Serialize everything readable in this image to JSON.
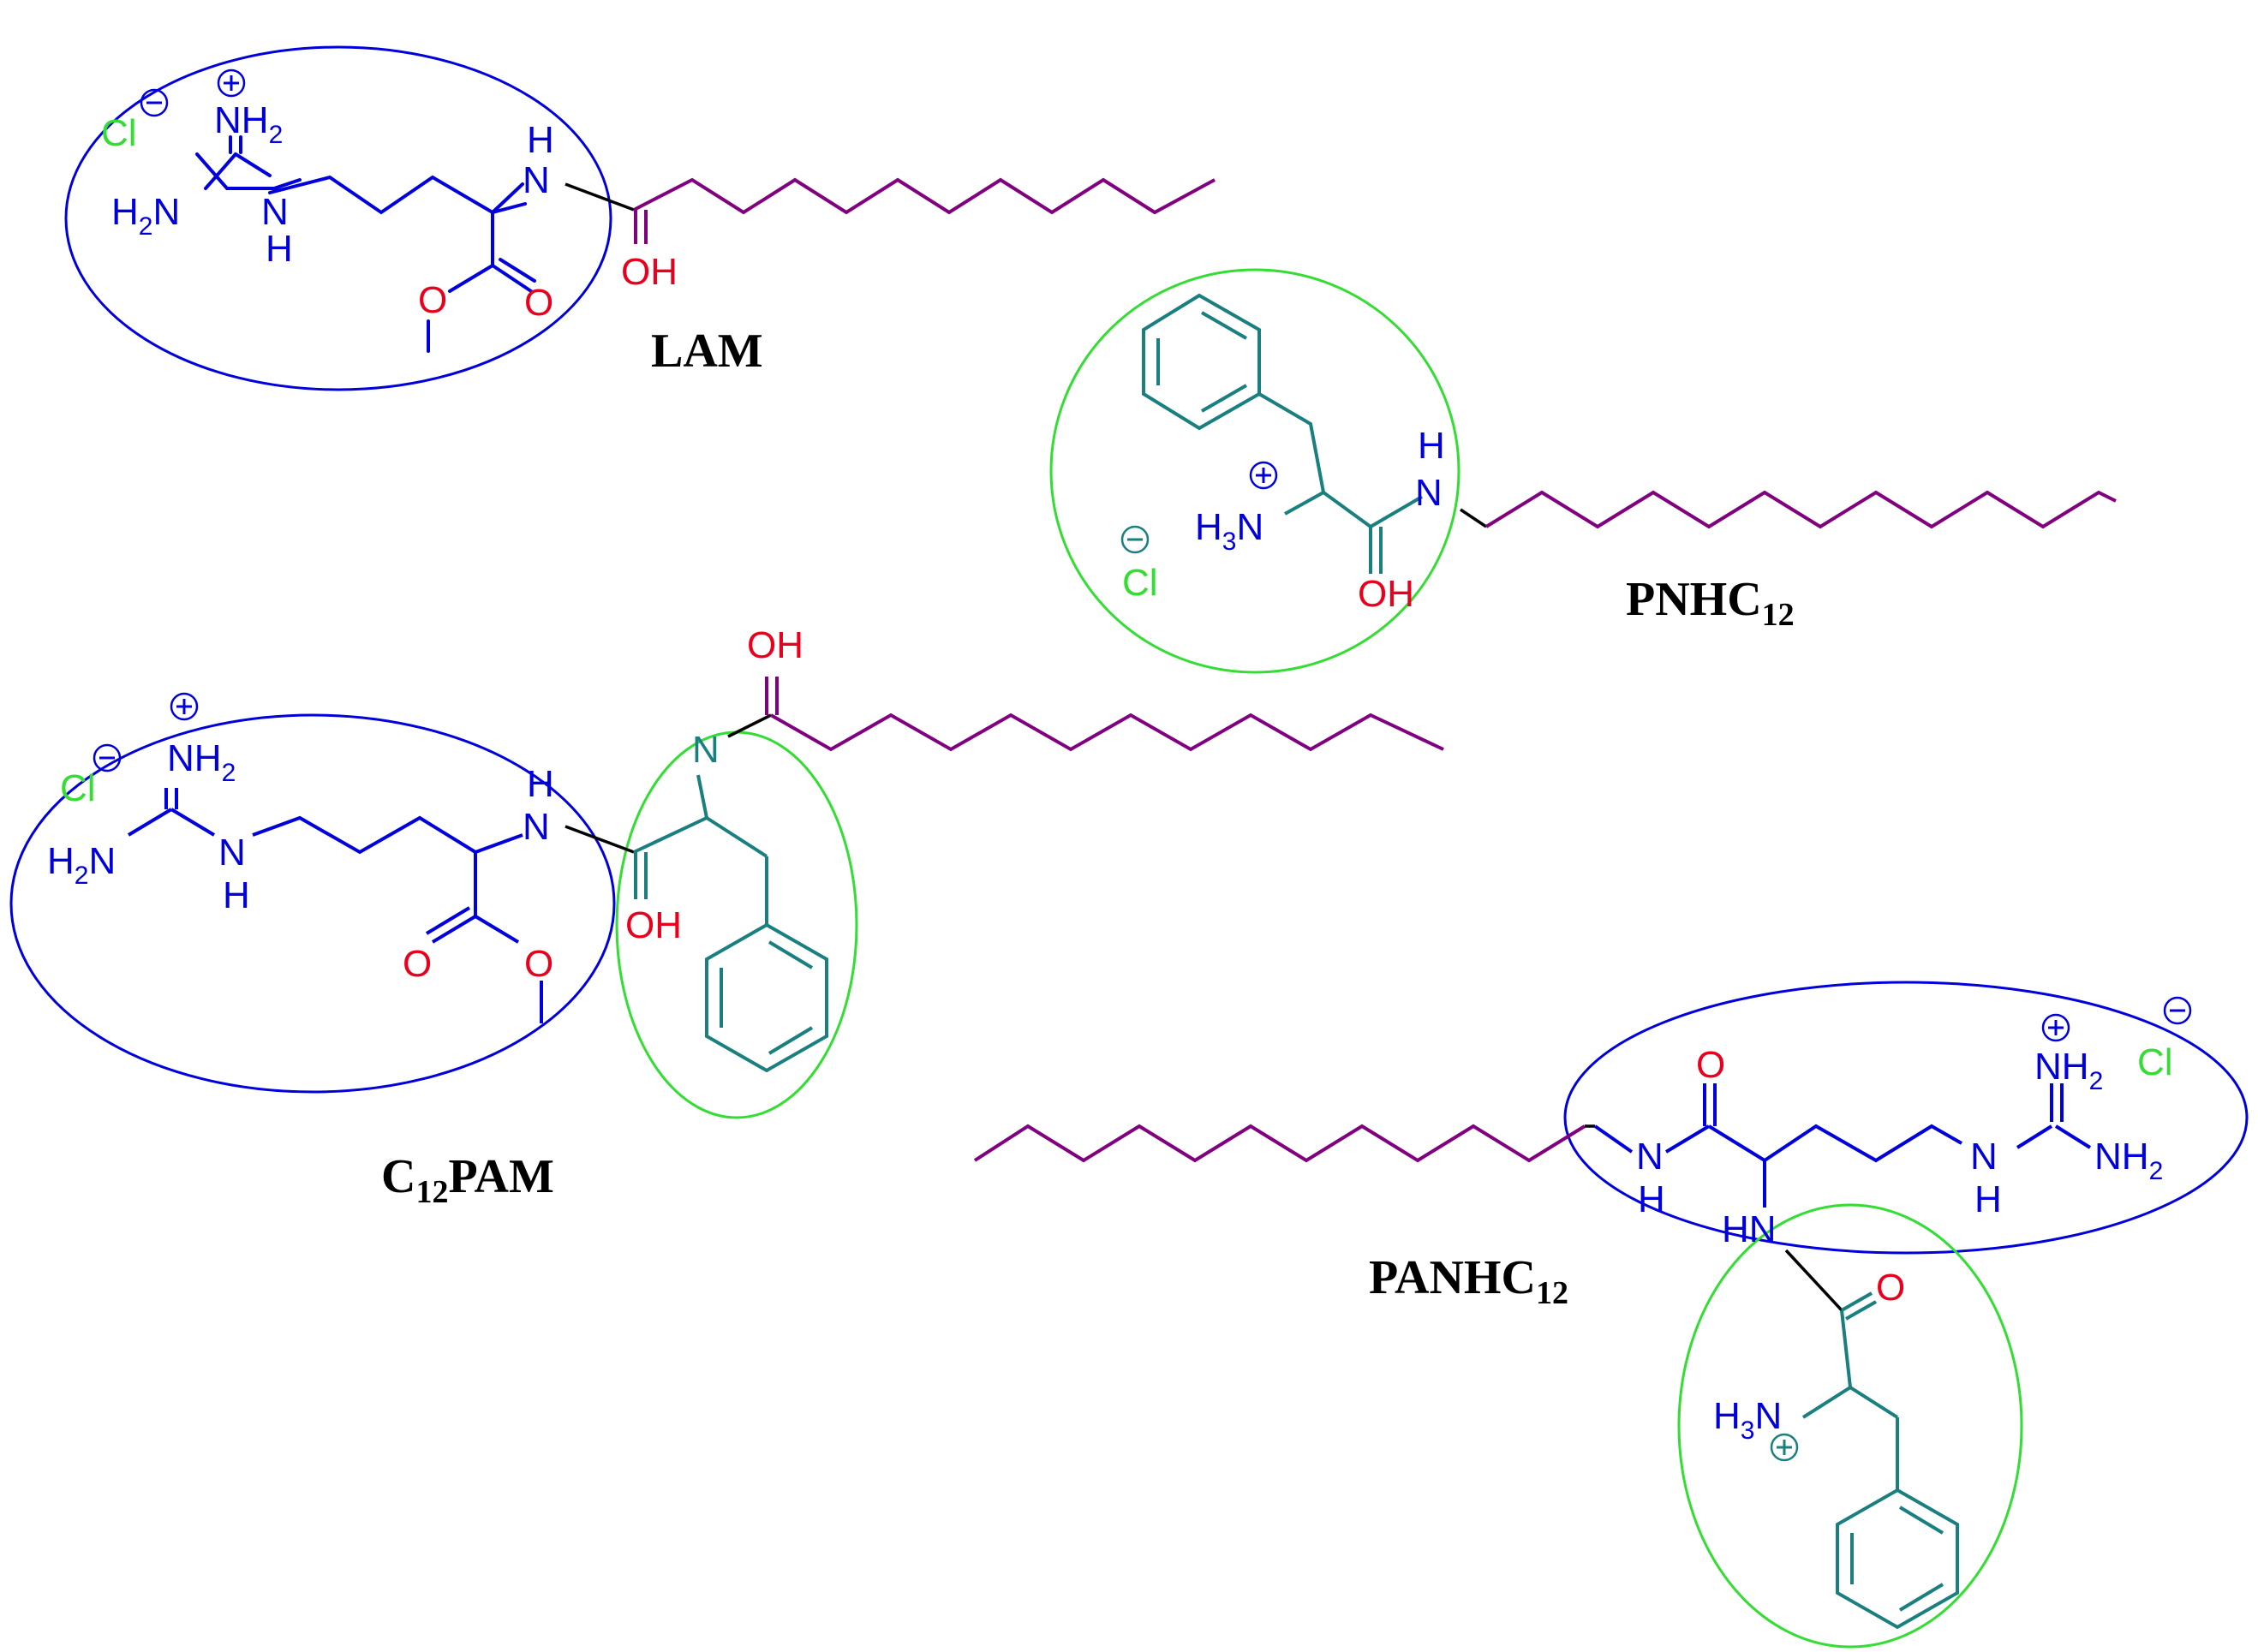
{
  "colors": {
    "arginine": "#0000dd",
    "phenylalanine": "#1a7f7f",
    "alkyl_chain": "#800080",
    "oxygen": "#e8001c",
    "chloride": "#33dd33",
    "bond": "#000000"
  },
  "molecules": [
    {
      "name": "LAM",
      "name_sub": "",
      "atoms": {
        "cl": "Cl",
        "nh2_top": "NH",
        "nh2_top_sub": "2",
        "h2n": "H",
        "h2n_sub": "2",
        "h2n_n": "N",
        "n_guan": "N",
        "h_guan": "H",
        "h_amide": "H",
        "nh_amide": "N",
        "o_ester": "O",
        "o_carbonyl": "O",
        "oh": "OH"
      }
    },
    {
      "name": "PNHC",
      "name_sub": "12",
      "atoms": {
        "cl": "Cl",
        "h3n": "H",
        "h3n_sub": "3",
        "h3n_n": "N",
        "h_amide": "H",
        "nh_amide": "N",
        "oh": "OH"
      }
    },
    {
      "name": "C",
      "name_sub": "12",
      "name_rest": "PAM",
      "atoms": {
        "cl": "Cl",
        "nh2_top": "NH",
        "nh2_top_sub": "2",
        "h2n": "H",
        "h2n_sub": "2",
        "h2n_n": "N",
        "n_guan": "N",
        "h_guan": "H",
        "h_amide": "H",
        "nh_amide": "N",
        "n_phe": "N",
        "oh_top": "OH",
        "oh_mid": "OH",
        "o_carbonyl": "O",
        "o_ester": "O"
      }
    },
    {
      "name": "PANHC",
      "name_sub": "12",
      "atoms": {
        "cl": "Cl",
        "nh2_top": "NH",
        "nh2_top_sub": "2",
        "nh2_right": "NH",
        "nh2_right_sub": "2",
        "n_guan": "N",
        "h_guan": "H",
        "n_amide": "N",
        "h_amide": "H",
        "o_top": "O",
        "hn": "HN",
        "o_phe": "O",
        "h3n": "H",
        "h3n_sub": "3",
        "h3n_n": "N"
      }
    }
  ]
}
